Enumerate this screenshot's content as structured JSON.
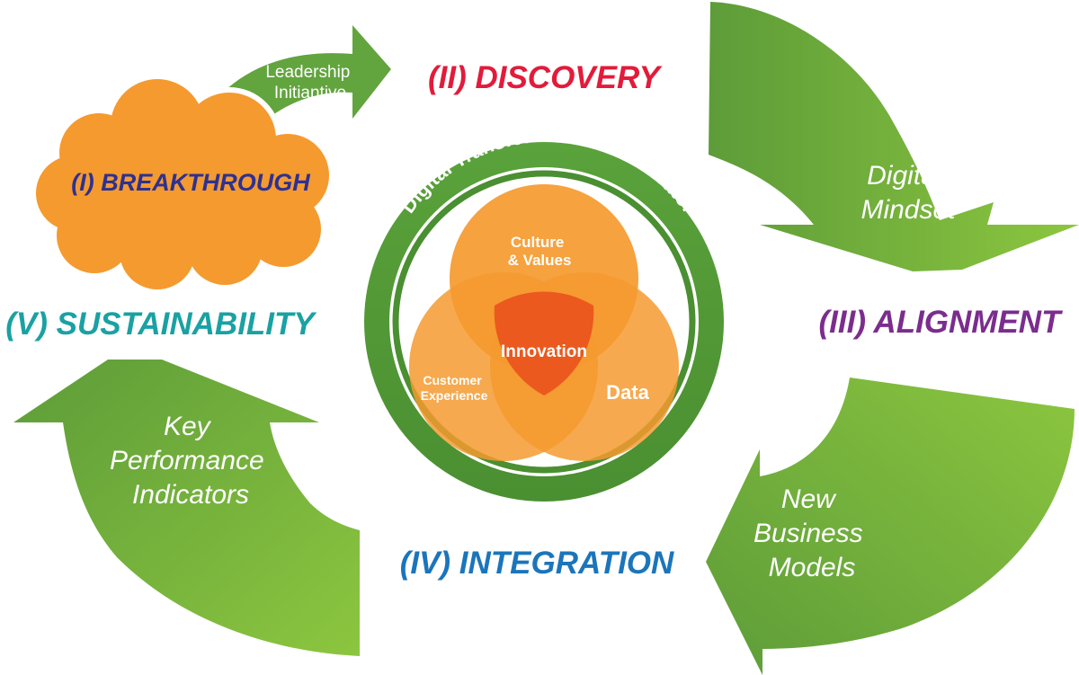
{
  "colors": {
    "green": "#62a43e",
    "green_light": "#8cc63f",
    "orange": "#f59a2f",
    "venn_overlap": "#ee6a24",
    "venn_center": "#e94e1b",
    "discovery": "#e31b3b",
    "breakthrough": "#2e3192",
    "alignment": "#7b2d8e",
    "integration": "#1b75bb",
    "sustainability": "#1aa1a3"
  },
  "phases": {
    "breakthrough": "(I) BREAKTHROUGH",
    "discovery": "(II) DISCOVERY",
    "alignment": "(III) ALIGNMENT",
    "integration": "(IV) INTEGRATION",
    "sustainability": "(V) SUSTAINABILITY"
  },
  "arrows": {
    "leadership": [
      "Leadership",
      "Initiantive"
    ],
    "digital_mindset": [
      "Digital",
      "Mindset"
    ],
    "business_models": [
      "New",
      "Business",
      "Models"
    ],
    "kpi": [
      "Key",
      "Performance",
      "Indicators"
    ]
  },
  "ring_title": "Digital Transformation Accelerator",
  "venn": {
    "top": [
      "Culture",
      "& Values"
    ],
    "left": [
      "Customer",
      "Experience"
    ],
    "right": "Data",
    "center": "Innovation"
  }
}
